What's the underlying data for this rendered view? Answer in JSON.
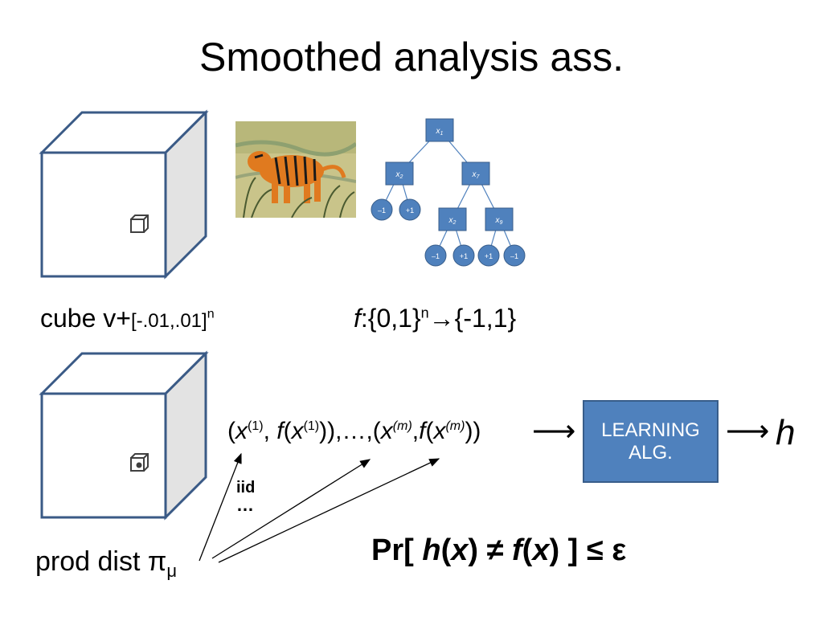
{
  "title": "Smoothed analysis ass.",
  "cube_label": {
    "main": "cube v+",
    "range": "[-.01,.01]",
    "sup": "n"
  },
  "function_label": {
    "f": "f",
    "domain": ":{0,1}",
    "sup": "n",
    "arrow": "→",
    "range": "{-1,1}"
  },
  "samples": {
    "open": "(",
    "x": "x",
    "sup1": "(1)",
    "mid1": ", ",
    "f": "f",
    "paren": "(",
    "close1": ")),…,(",
    "supm": "(m)",
    "comma": ",",
    "close2": "))"
  },
  "arrow_symbol": "⟶",
  "learning_box": {
    "line1": "LEARNING",
    "line2": "ALG."
  },
  "hypothesis": "h",
  "iid_label": "iid",
  "ellipsis": "…",
  "prod_dist": {
    "text": "prod dist π",
    "sub": "μ"
  },
  "probability": {
    "pre": "Pr[ ",
    "h": "h",
    "x": "x",
    "neq": " ≠ ",
    "f": "f",
    "post": " ] ≤ ε"
  },
  "decision_tree": {
    "nodes": [
      {
        "label": "x",
        "sub": "1"
      },
      {
        "label": "x",
        "sub": "2"
      },
      {
        "label": "x",
        "sub": "7"
      },
      {
        "label": "x",
        "sub": "2"
      },
      {
        "label": "x",
        "sub": "9"
      }
    ],
    "leaves": [
      "–1",
      "+1",
      "–1",
      "+1",
      "+1",
      "–1"
    ]
  },
  "colors": {
    "cube_edge": "#3a5a86",
    "cube_side": "#e0e0e0",
    "box_fill": "#4f81bd",
    "box_border": "#385d8a"
  }
}
